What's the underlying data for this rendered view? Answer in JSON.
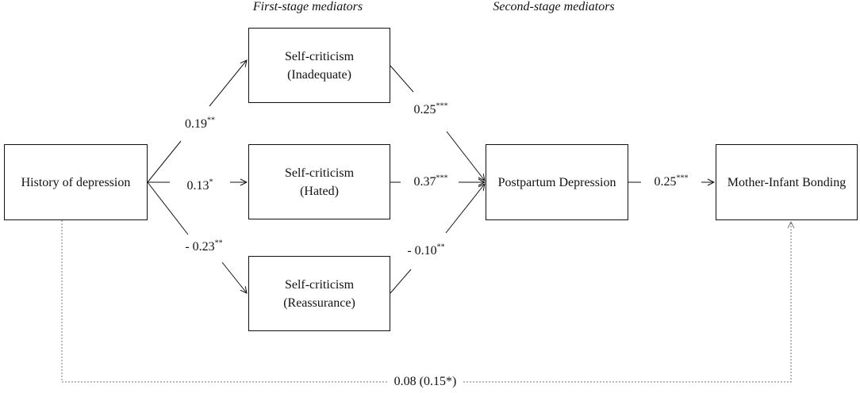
{
  "headers": {
    "first_stage": "First-stage mediators",
    "second_stage": "Second-stage mediators"
  },
  "nodes": {
    "history": {
      "label": "History of depression"
    },
    "inadequate": {
      "line1": "Self-criticism",
      "line2": "(Inadequate)"
    },
    "hated": {
      "line1": "Self-criticism",
      "line2": "(Hated)"
    },
    "reassurance": {
      "line1": "Self-criticism",
      "line2": "(Reassurance)"
    },
    "ppd": {
      "label": "Postpartum Depression"
    },
    "bonding": {
      "label": "Mother-Infant Bonding"
    }
  },
  "paths": {
    "history_to_inadequate": {
      "coef": "0.19",
      "sig": "**"
    },
    "history_to_hated": {
      "coef": "0.13",
      "sig": "*"
    },
    "history_to_reassurance": {
      "coef": "- 0.23",
      "sig": "**"
    },
    "inadequate_to_ppd": {
      "coef": "0.25",
      "sig": "***"
    },
    "hated_to_ppd": {
      "coef": "0.37",
      "sig": "***"
    },
    "reassurance_to_ppd": {
      "coef": "- 0.10",
      "sig": "**"
    },
    "ppd_to_bonding": {
      "coef": "0.25",
      "sig": "***"
    },
    "history_to_bonding_direct": {
      "coef": "0.08 (0.15*)",
      "sig": ""
    }
  },
  "colors": {
    "ink": "#111111",
    "dashed_line": "#777777",
    "background": "#ffffff"
  }
}
